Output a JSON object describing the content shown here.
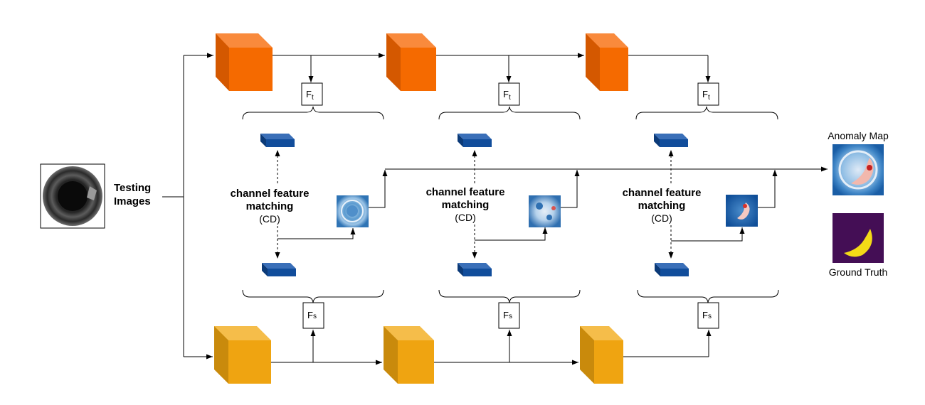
{
  "input": {
    "label_line1": "Testing",
    "label_line2": "Images"
  },
  "stages": [
    {
      "teacher_feature": "F",
      "teacher_sub": "t",
      "student_feature": "F",
      "student_sub": "s",
      "cd_line1": "channel feature",
      "cd_line2": "matching",
      "cd_line3": "(CD)"
    },
    {
      "teacher_feature": "F",
      "teacher_sub": "t",
      "student_feature": "F",
      "student_sub": "s",
      "cd_line1": "channel feature",
      "cd_line2": "matching",
      "cd_line3": "(CD)"
    },
    {
      "teacher_feature": "F",
      "teacher_sub": "t",
      "student_feature": "F",
      "student_sub": "s",
      "cd_line1": "channel feature",
      "cd_line2": "matching",
      "cd_line3": "(CD)"
    }
  ],
  "outputs": {
    "anomaly_map_label": "Anomaly Map",
    "ground_truth_label": "Ground Truth"
  },
  "colors": {
    "teacher_cube_front": "#f56a00",
    "teacher_cube_side": "#d45800",
    "teacher_cube_top": "#f98a3c",
    "student_cube_front": "#efa411",
    "student_cube_side": "#c98a0c",
    "student_cube_top": "#f5bd4a",
    "feature_block": "#114d9b",
    "ground_truth_bg": "#440e55",
    "ground_truth_mask": "#f3da17"
  }
}
